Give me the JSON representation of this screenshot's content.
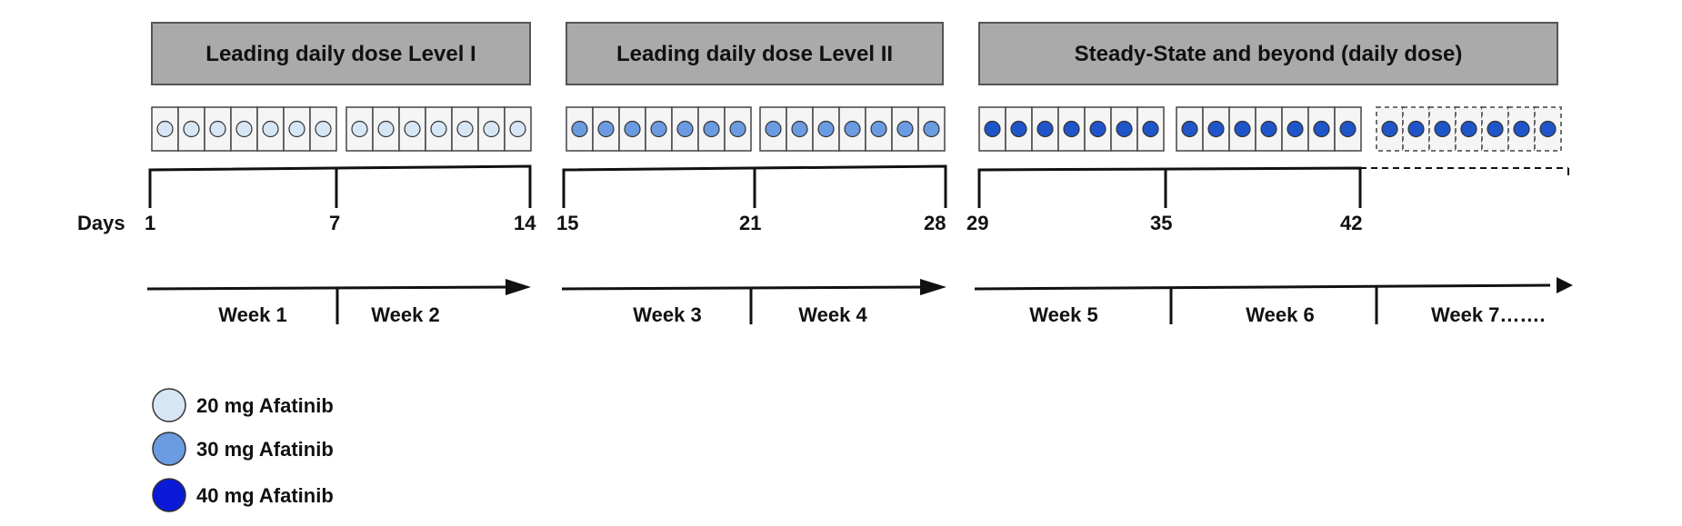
{
  "phases": [
    {
      "title": "Leading daily dose Level I"
    },
    {
      "title": "Leading daily dose Level II"
    },
    {
      "title": "Steady-State and beyond (daily dose)"
    }
  ],
  "days": {
    "prefix": "Days",
    "labels": [
      "1",
      "7",
      "14",
      "15",
      "21",
      "28",
      "29",
      "35",
      "42"
    ]
  },
  "weeks": [
    "Week 1",
    "Week 2",
    "Week 3",
    "Week 4",
    "Week 5",
    "Week 6",
    "Week 7……."
  ],
  "pill_strips": [
    {
      "dose": "20 mg",
      "days": 7,
      "dashed": false
    },
    {
      "dose": "20 mg",
      "days": 7,
      "dashed": false
    },
    {
      "dose": "30 mg",
      "days": 7,
      "dashed": false
    },
    {
      "dose": "30 mg",
      "days": 7,
      "dashed": false
    },
    {
      "dose": "40 mg",
      "days": 7,
      "dashed": false
    },
    {
      "dose": "40 mg",
      "days": 7,
      "dashed": false
    },
    {
      "dose": "40 mg",
      "days": 7,
      "dashed": true
    }
  ],
  "legend": [
    {
      "label": "20 mg Afatinib",
      "color": "#d6e6f5"
    },
    {
      "label": "30 mg Afatinib",
      "color": "#6b9be0"
    },
    {
      "label": "40 mg Afatinib",
      "color": "#0a1ad6"
    }
  ],
  "colors": {
    "header_fill": "#aaaaaa",
    "strip_fill": "#f5f5f5",
    "dot_20": "#d6e6f5",
    "dot_30": "#6b9be0",
    "dot_40": "#1f55c8"
  }
}
